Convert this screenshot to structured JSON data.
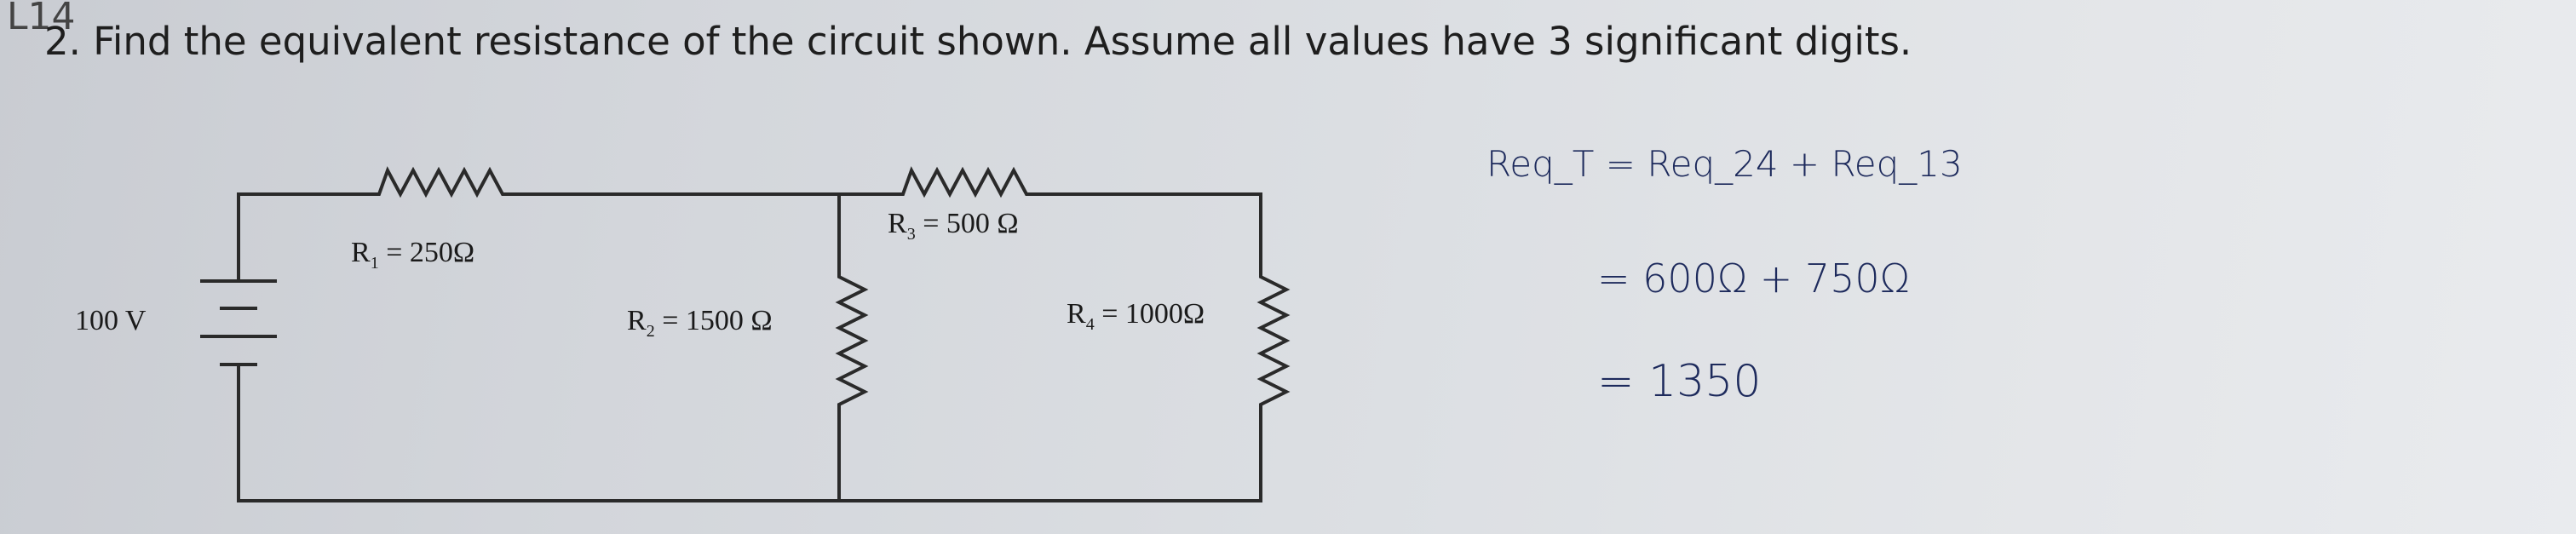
{
  "corner_note": "L14",
  "question": "2. Find the equivalent resistance of the circuit shown. Assume all values have 3 significant digits.",
  "circuit": {
    "source_label": "100 V",
    "r1": {
      "name": "R",
      "sub": "1",
      "value": "= 250Ω"
    },
    "r2": {
      "name": "R",
      "sub": "2",
      "value": "= 1500 Ω"
    },
    "r3": {
      "name": "R",
      "sub": "3",
      "value": "= 500 Ω"
    },
    "r4": {
      "name": "R",
      "sub": "4",
      "value": "= 1000Ω"
    }
  },
  "handwriting": {
    "line1": "Req_T = Req_24 + Req_13",
    "line2": "= 600Ω + 750Ω",
    "line3": "= 1350"
  },
  "colors": {
    "wire": "#2a2a2a",
    "ink": "#1d2a5c",
    "paper": "#dcdfe3"
  }
}
